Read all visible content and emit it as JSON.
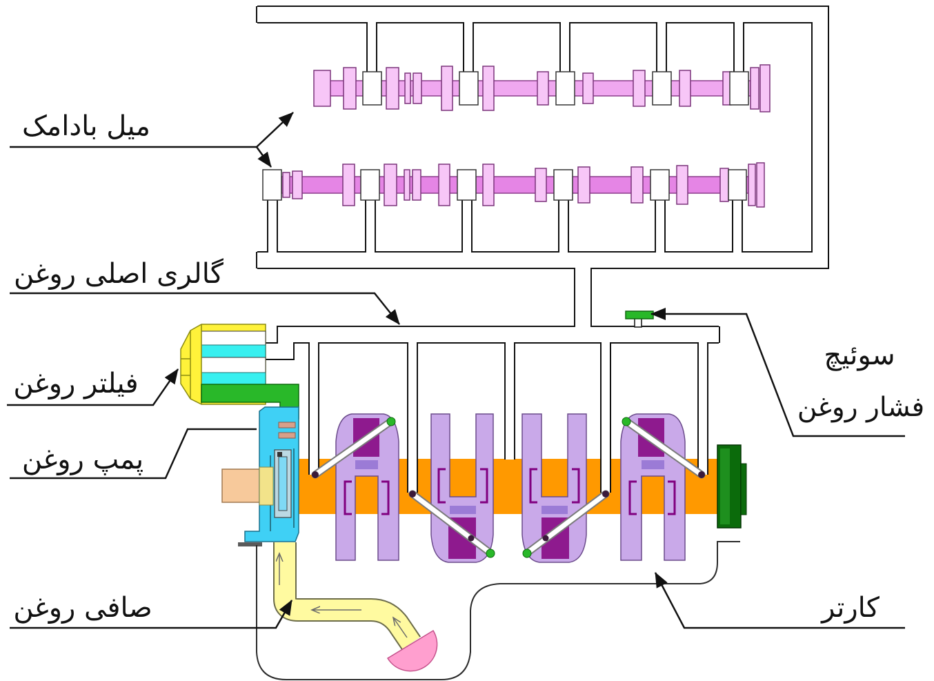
{
  "labels": {
    "camshaft": "میل بادامک",
    "main_oil_gallery": "گالری اصلی روغن",
    "oil_filter": "فیلتر روغن",
    "oil_pump": "پمپ روغن",
    "oil_strainer": "صافی روغن",
    "oil_pressure_switch_line1": "سوئیچ",
    "oil_pressure_switch_line2": "فشار روغن",
    "sump": "کارتر"
  },
  "colors": {
    "crankshaft": "#ff9900",
    "crankshaft_nose": "#f7c99b",
    "crank_throw": "#c9a9e9",
    "crankpin": "#8e1a8e",
    "crankpin_band": "#9b7bd6",
    "pulley": "#0b6b0b",
    "pulley_inner": "#1e8f1e",
    "oil_pump": "#3fd0f5",
    "oil_filter": "#fff23a",
    "oil_filter_band": "#38f0f0",
    "oil_feed_pipe": "#29b829",
    "oil_strainer": "#fffaa0",
    "strainer_pickup": "#ff9fcf",
    "pressure_switch": "#29b829",
    "camshaft_upper": "#f0a8f0",
    "camshaft_lower": "#e585e5",
    "cam_lobe": "#f7c6f7"
  }
}
